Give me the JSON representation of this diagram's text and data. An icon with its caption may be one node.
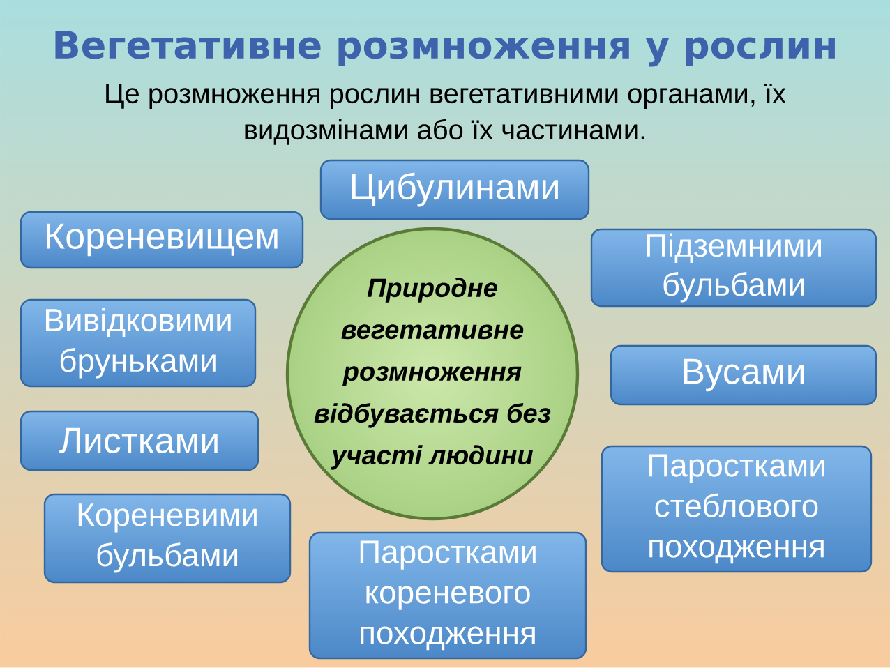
{
  "diagram": {
    "title": "Вегетативне розмноження у рослин",
    "nodes": [
      {
        "text": [
          "Цибулинами"
        ]
      },
      {
        "text": [
          "Кореневищем"
        ]
      },
      {
        "text": [
          "Підземними бульбами"
        ]
      },
      {
        "text": [
          "Природне вегетативне розмноження відбувається без участі людини"
        ]
      },
      {
        "text": [
          "Вивідковими бруньками"
        ]
      },
      {
        "text": [
          "Вусами"
        ]
      },
      {
        "text": [
          "Листками"
        ]
      },
      {
        "text": [
          "Паростками стеблового походження"
        ]
      },
      {
        "text": [
          "Кореневими бульбами"
        ]
      },
      {
        "text": [
          "Паростками кореневого походження"
        ]
      }
    ],
    "labels": [
      "Це розмноження рослин вегетативними органами, їх видозмінами або їх частинами."
    ]
  }
}
